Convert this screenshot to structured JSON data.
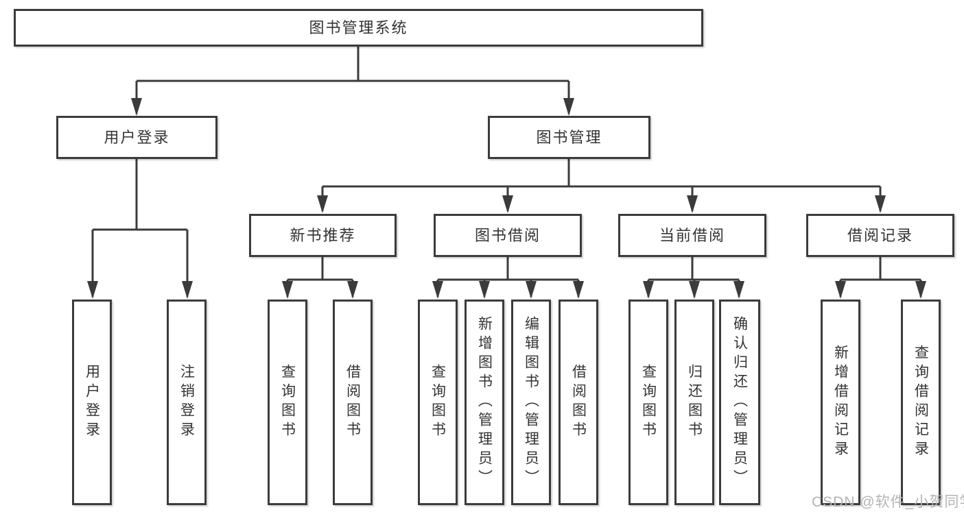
{
  "diagram": {
    "title": "图书管理系统",
    "nodes": {
      "root": "图书管理系统",
      "branches": [
        "用户登录",
        "图书管理"
      ],
      "sections": [
        "新书推荐",
        "图书借阅",
        "当前借阅",
        "借阅记录"
      ],
      "leaves": [
        "用户登录",
        "注销登录",
        "查询图书",
        "借阅图书",
        "查询图书",
        "新增图书（管理员）",
        "编辑图书（管理员）",
        "借阅图书",
        "查询图书",
        "归还图书",
        "确认归还（管理员）",
        "新增借阅记录",
        "查询借阅记录"
      ]
    },
    "colors": {
      "line": "#3b3b3b",
      "text": "#333333",
      "background": "#ffffff",
      "watermark": "#b3b3b3"
    }
  },
  "watermark": "CSDN @软件_小贺同学"
}
